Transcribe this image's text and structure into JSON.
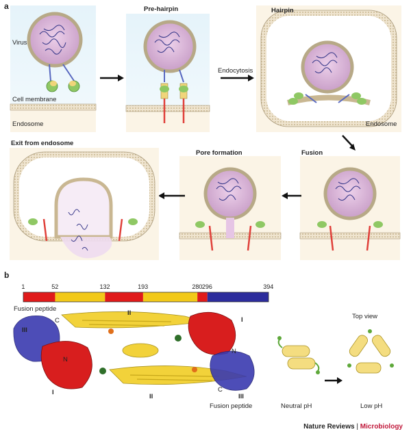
{
  "panel_a": {
    "letter": "a",
    "labels": {
      "virus": "Virus",
      "cell_membrane": "Cell membrane",
      "endosome_left": "Endosome",
      "pre_hairpin": "Pre-hairpin",
      "endocytosis": "Endocytosis",
      "hairpin": "Hairpin",
      "endosome_right": "Endosome",
      "exit": "Exit from endosome",
      "pore_formation": "Pore formation",
      "fusion": "Fusion"
    }
  },
  "panel_b": {
    "letter": "b",
    "domain_bar": {
      "ticks": [
        "1",
        "52",
        "132",
        "193",
        "280",
        "296",
        "394"
      ],
      "segments": [
        {
          "from": 1,
          "to": 52,
          "color": "#e01a1a"
        },
        {
          "from": 52,
          "to": 132,
          "color": "#f2c919"
        },
        {
          "from": 132,
          "to": 193,
          "color": "#e01a1a"
        },
        {
          "from": 193,
          "to": 280,
          "color": "#f2c919"
        },
        {
          "from": 280,
          "to": 296,
          "color": "#e01a1a"
        },
        {
          "from": 296,
          "to": 394,
          "color": "#2c2c9c"
        }
      ]
    },
    "labels": {
      "fusion_peptide_top": "Fusion peptide",
      "fusion_peptide_bottom": "Fusion peptide",
      "c_top": "C",
      "c_bottom": "C",
      "n_left": "N",
      "n_right": "N",
      "d3_top_left": "III",
      "d3_bottom_right": "III",
      "d1_top_right": "I",
      "d1_bottom_left": "I",
      "d2_top": "II",
      "d2_bottom": "II",
      "top_view": "Top view",
      "neutral_ph": "Neutral pH",
      "low_ph": "Low pH"
    }
  },
  "footer": {
    "journal": "Nature Reviews",
    "separator": "|",
    "section": "Microbiology",
    "section_color": "#c0183a"
  }
}
